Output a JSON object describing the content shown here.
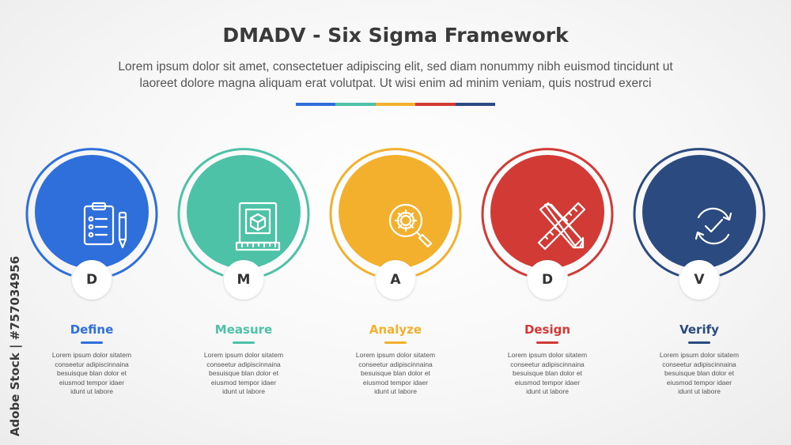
{
  "title": "DMADV - Six Sigma Framework",
  "subtitle_line1": "Lorem ipsum dolor sit amet, consectetuer adipiscing elit, sed diam nonummy nibh euismod tincidunt ut",
  "subtitle_line2": "laoreet dolore magna aliquam erat volutpat. Ut wisi enim ad minim veniam, quis nostrud exerci",
  "divider_colors": [
    "#2f6fdc",
    "#4dc2a7",
    "#f2b02d",
    "#d23a35",
    "#2a4a80"
  ],
  "steps": [
    {
      "letter": "D",
      "label": "Define",
      "color": "#2f6fdc",
      "icon": "clipboard-icon",
      "desc": [
        "Lorem ipsum dolor sitatem",
        "conseetur adipiscinnaina",
        "besuisque blan dolor et",
        "eiusmod tempor idaer",
        "idunt ut labore"
      ]
    },
    {
      "letter": "M",
      "label": "Measure",
      "color": "#4dc2a7",
      "icon": "measure-box-icon",
      "desc": [
        "Lorem ipsum dolor sitatem",
        "conseetur adipiscinnaina",
        "besuisque blan dolor et",
        "eiusmod tempor idaer",
        "idunt ut labore"
      ]
    },
    {
      "letter": "A",
      "label": "Analyze",
      "color": "#f2b02d",
      "icon": "gear-magnifier-icon",
      "desc": [
        "Lorem ipsum dolor sitatem",
        "conseetur adipiscinnaina",
        "besuisque blan dolor et",
        "eiusmod tempor idaer",
        "idunt ut labore"
      ]
    },
    {
      "letter": "D",
      "label": "Design",
      "color": "#d23a35",
      "icon": "pencil-ruler-icon",
      "desc": [
        "Lorem ipsum dolor sitatem",
        "conseetur adipiscinnaina",
        "besuisque blan dolor et",
        "eiusmod tempor idaer",
        "idunt ut labore"
      ]
    },
    {
      "letter": "V",
      "label": "Verify",
      "color": "#2a4a80",
      "icon": "refresh-check-icon",
      "desc": [
        "Lorem ipsum dolor sitatem",
        "conseetur adipiscinnaina",
        "besuisque blan dolor et",
        "eiusmod tempor idaer",
        "idunt ut labore"
      ]
    }
  ],
  "watermark": "Adobe Stock | #757034956"
}
